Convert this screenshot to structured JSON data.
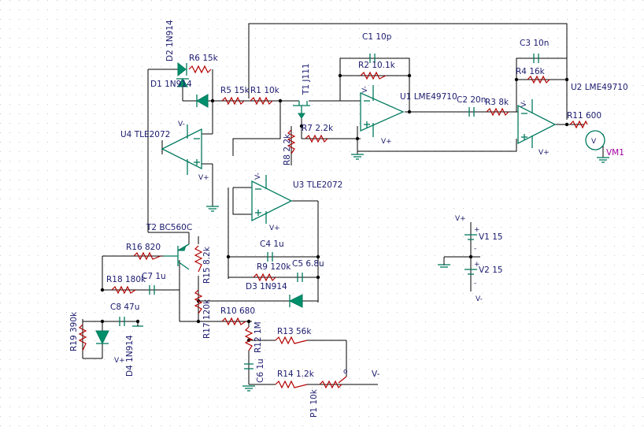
{
  "colors": {
    "wire": "#000000",
    "resistor": "#b30000",
    "component": "#007a5e",
    "label": "#1a1a6e",
    "meter": "#a000a0",
    "grid": "#c8c8c8"
  },
  "labels": {
    "d2": "D2 1N914",
    "r6": "R6 15k",
    "d1": "D1 1N914",
    "r5": "R5 15k",
    "r1": "R1 10k",
    "t1": "T1 J111",
    "c1": "C1 10p",
    "r2": "R2 10.1k",
    "u1": "U1 LME49710",
    "c2": "C2 20n",
    "r3": "R3 8k",
    "c3": "C3 10n",
    "r4": "R4 16k",
    "u2": "U2 LME49710",
    "r11": "R11 600",
    "vm1": "VM1",
    "u4": "U4 TLE2072",
    "r7": "R7 2.2k",
    "r8": "R8 2.2k",
    "u3": "U3 TLE2072",
    "t2": "T2 BC560C",
    "r16": "R16 820",
    "r15": "R15 8.2k",
    "c4": "C4 1u",
    "c5": "C5 6.8u",
    "r18": "R18 180k",
    "c7": "C7 1u",
    "r9": "R9 120k",
    "d3": "D3 1N914",
    "c8": "C8 47u",
    "r17": "R17 120k",
    "r10": "R10 680",
    "r19": "R19 390k",
    "d4": "D4 1N914",
    "r12": "R12 1M",
    "r13": "R13 56k",
    "c6": "C6 1u",
    "r14": "R14 1.2k",
    "p1": "P1 10k",
    "vneg": "V-",
    "v1": "V1 15",
    "v2": "V2 15"
  },
  "pins": {
    "vminus": "V-",
    "vplus": "V+",
    "minus": "-",
    "plus": "+",
    "wiper": "o",
    "meter": "V"
  }
}
